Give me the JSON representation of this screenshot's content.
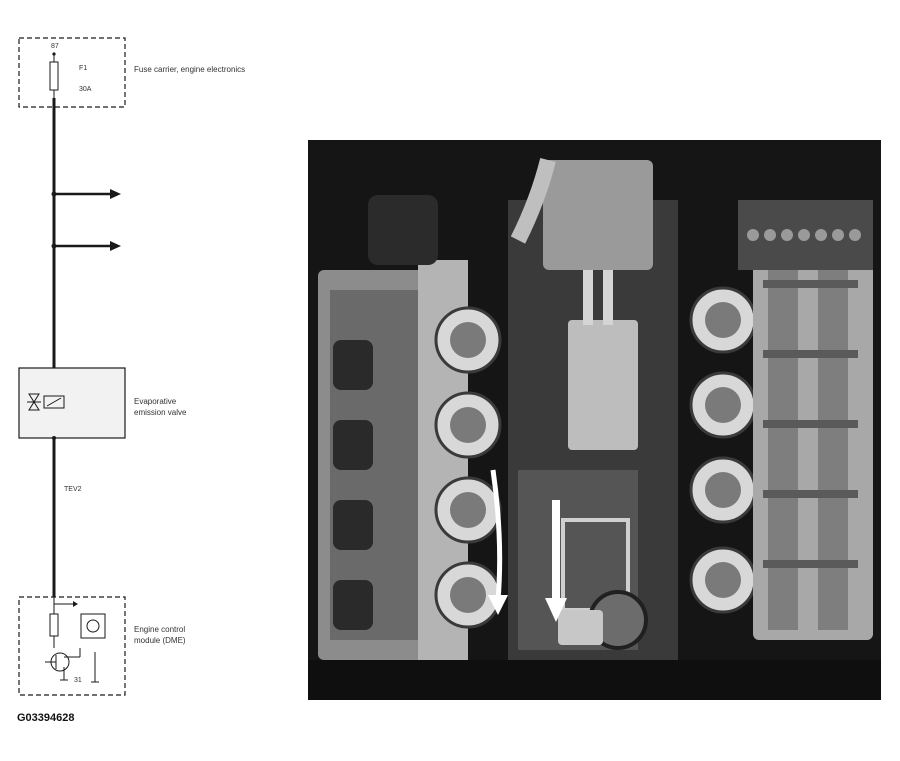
{
  "fuse_box": {
    "terminal": "87",
    "fuse": "F1",
    "rating": "30A",
    "label": "Fuse carrier, engine electronics"
  },
  "valve": {
    "label_line1": "Evaporative",
    "label_line2": "emission valve"
  },
  "wire_label": "TEV2",
  "ecm": {
    "label_line1": "Engine control",
    "label_line2": "module (DME)",
    "pin": "31"
  },
  "figure_id": "G03394628",
  "colors": {
    "line": "#1a1a1a",
    "box_fill": "#f2f2f2",
    "photo_bg": "#151515",
    "arrow": "#ffffff"
  }
}
